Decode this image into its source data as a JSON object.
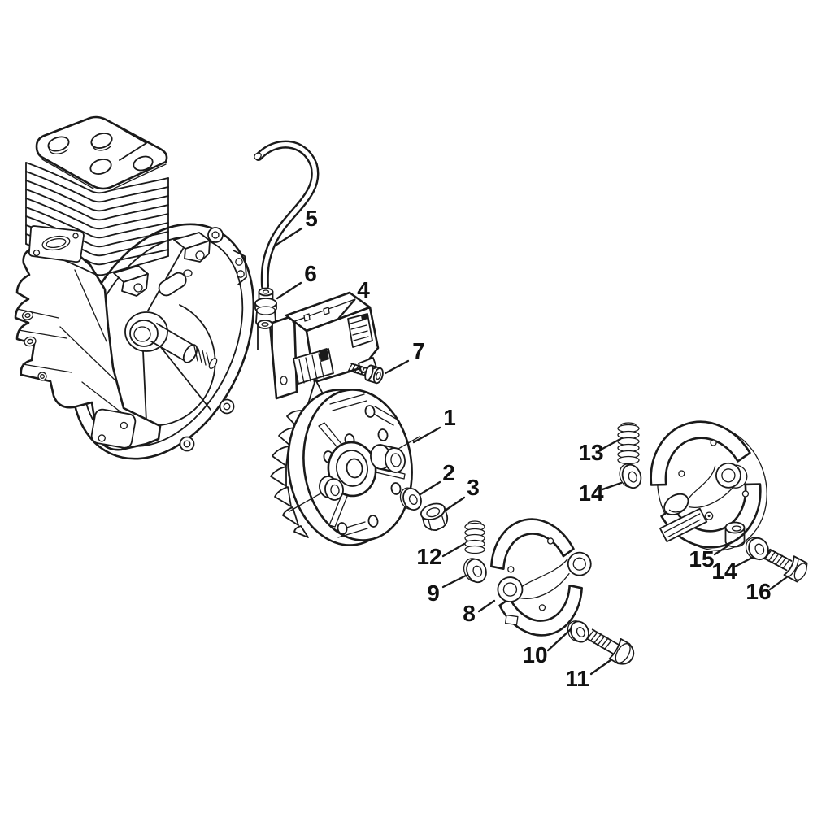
{
  "diagram": {
    "background_color": "#ffffff",
    "line_color": "#1a1a1a",
    "label_color": "#111111",
    "callouts": {
      "c1": "1",
      "c2": "2",
      "c3": "3",
      "c4": "4",
      "c5": "5",
      "c6": "6",
      "c7": "7",
      "c8": "8",
      "c9": "9",
      "c10": "10",
      "c11": "11",
      "c12": "12",
      "c13": "13",
      "c14a": "14",
      "c14b": "14",
      "c15": "15",
      "c16": "16"
    }
  }
}
